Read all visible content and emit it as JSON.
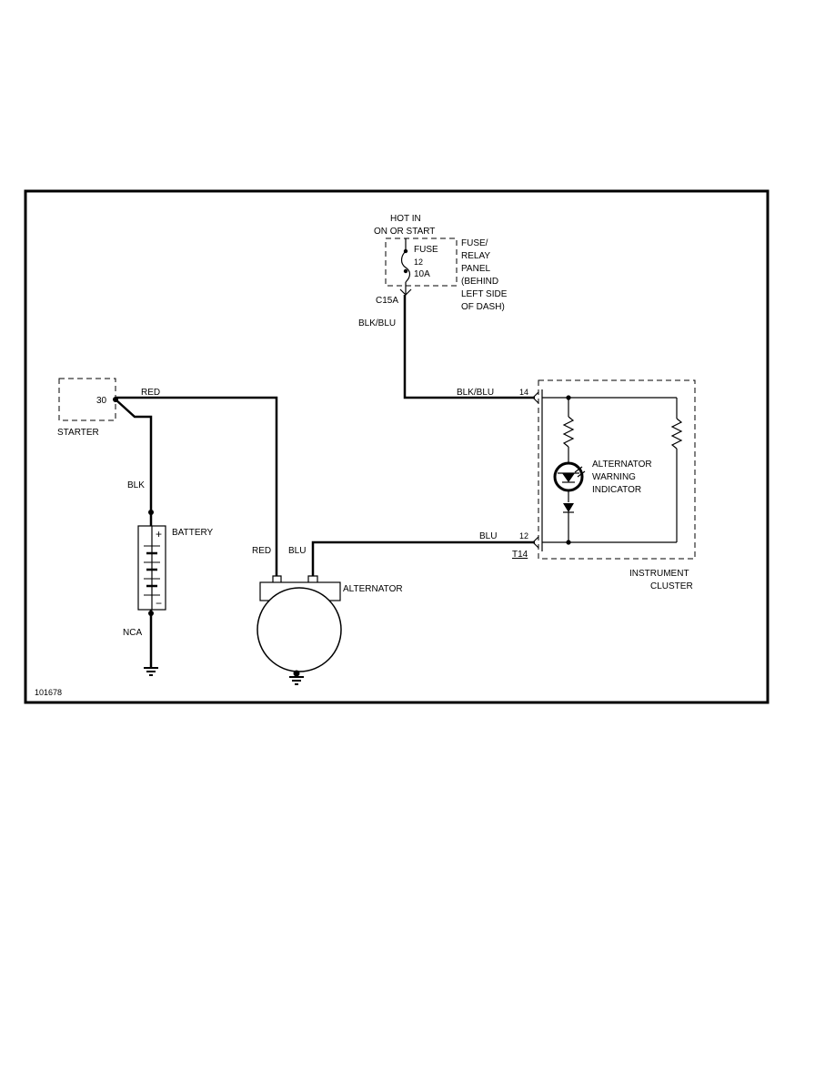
{
  "fuse_panel": {
    "hot_line1": "HOT IN",
    "hot_line2": "ON OR START",
    "fuse_label": "FUSE",
    "fuse_number": "12",
    "fuse_rating": "10A",
    "panel_label_lines": [
      "FUSE/",
      "RELAY",
      "PANEL",
      "(BEHIND",
      "LEFT SIDE",
      "OF DASH)"
    ],
    "connector": "C15A"
  },
  "wires": {
    "fuse_down": "BLK/BLU",
    "to_cluster_top": "BLK/BLU",
    "starter_red": "RED",
    "battery_blk": "BLK",
    "alt_red": "RED",
    "alt_blu": "BLU",
    "to_cluster_bottom": "BLU"
  },
  "starter": {
    "terminal": "30",
    "label": "STARTER"
  },
  "battery": {
    "label": "BATTERY",
    "plus": "+",
    "minus": "−",
    "ground_label": "NCA"
  },
  "alternator": {
    "label": "ALTERNATOR"
  },
  "cluster": {
    "pin_top": "14",
    "pin_bottom": "12",
    "connector": "T14",
    "indicator_lines": [
      "ALTERNATOR",
      "WARNING",
      "INDICATOR"
    ],
    "label_lines": [
      "INSTRUMENT",
      "CLUSTER"
    ]
  },
  "figure_id": "101678"
}
